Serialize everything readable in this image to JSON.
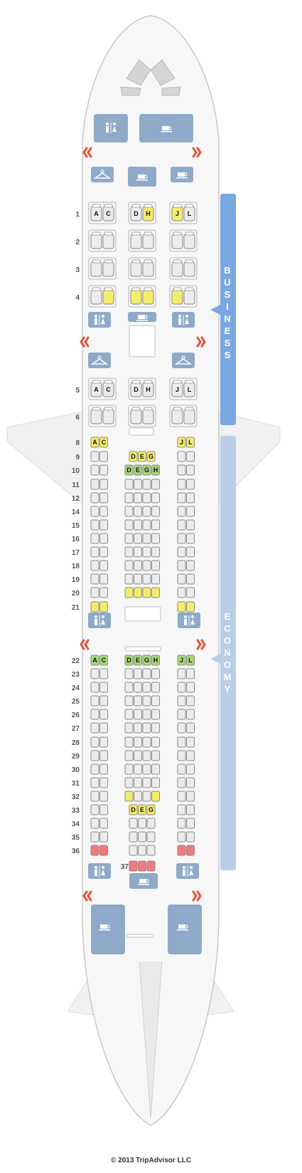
{
  "colors": {
    "fuselage": "#f7f7f7",
    "outline": "#c8c8c8",
    "galley": "#8eaac8",
    "sidebar_business": "#7aa8e0",
    "sidebar_economy": "#b9cde6",
    "seat_standard": "#ececec",
    "seat_yellow": "#f3ec6a",
    "seat_green": "#a7d67a",
    "seat_red": "#f27a7a",
    "exit": "#e0543a"
  },
  "icons": {
    "lavatory": "lavatory-icon",
    "galley": "galley-cup-icon",
    "closet": "closet-hanger-icon",
    "exit": "exit-chevron-icon"
  },
  "sections": [
    {
      "name": "BUSINESS",
      "letters": [
        "B",
        "U",
        "S",
        "I",
        "N",
        "E",
        "S",
        "S"
      ]
    },
    {
      "name": "ECONOMY",
      "letters": [
        "E",
        "C",
        "O",
        "N",
        "O",
        "M",
        "Y"
      ]
    }
  ],
  "business": {
    "row_labels": [
      "1",
      "2",
      "3",
      "4",
      "5",
      "6"
    ],
    "seat_letters": {
      "row1": [
        "A",
        "C",
        "D",
        "H",
        "J",
        "L"
      ],
      "row5": [
        "A",
        "C",
        "D",
        "H",
        "J",
        "L"
      ]
    }
  },
  "economy": {
    "row_labels": [
      "8",
      "9",
      "10",
      "11",
      "12",
      "14",
      "15",
      "16",
      "17",
      "18",
      "19",
      "20",
      "21",
      "22",
      "23",
      "24",
      "25",
      "26",
      "27",
      "28",
      "29",
      "30",
      "31",
      "32",
      "33",
      "34",
      "35",
      "36",
      "37"
    ],
    "seat_letters": {
      "row8": [
        "A",
        "C",
        "J",
        "L"
      ],
      "row9": [
        "D",
        "E",
        "G"
      ],
      "row10": [
        "D",
        "E",
        "G",
        "H"
      ],
      "row22": [
        "A",
        "C",
        "D",
        "E",
        "G",
        "H",
        "J",
        "L"
      ],
      "row33": [
        "D",
        "E",
        "G"
      ]
    }
  },
  "footer": "© 2013 TripAdvisor LLC"
}
